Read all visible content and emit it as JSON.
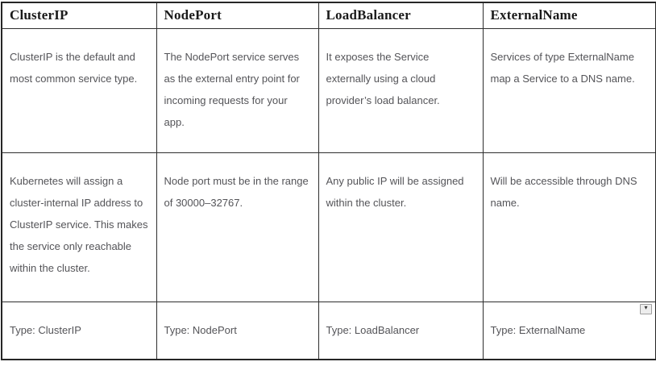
{
  "table": {
    "headers": [
      "ClusterIP",
      "NodePort",
      "LoadBalancer",
      "ExternalName"
    ],
    "rows": [
      {
        "name": "description",
        "cells": [
          "ClusterIP is the default and\nmost common service type.",
          "The NodePort service serves\nas the external entry point for\nincoming requests for your\napp.",
          "It exposes the Service\nexternally using a cloud\nprovider’s load balancer.",
          "Services of type ExternalName\nmap a Service to a DNS name."
        ]
      },
      {
        "name": "details",
        "cells": [
          "Kubernetes will assign a\ncluster-internal IP address to\nClusterIP service. This makes\nthe service only reachable\nwithin the cluster.",
          "Node port must be in the range\nof 30000–32767.",
          "Any public IP will be assigned\nwithin the cluster.",
          "Will be accessible through DNS\nname."
        ]
      },
      {
        "name": "type",
        "cells": [
          "Type: ClusterIP",
          "Type: NodePort",
          "Type: LoadBalancer",
          "Type: ExternalName"
        ]
      }
    ]
  },
  "icons": {
    "dropdown_arrow": "▾"
  },
  "colors": {
    "border": "#2e2e2e",
    "header_text": "#1a1a1a",
    "body_text": "#545458",
    "dropdown_bg": "#ededed",
    "dropdown_border": "#9e9e9e"
  }
}
